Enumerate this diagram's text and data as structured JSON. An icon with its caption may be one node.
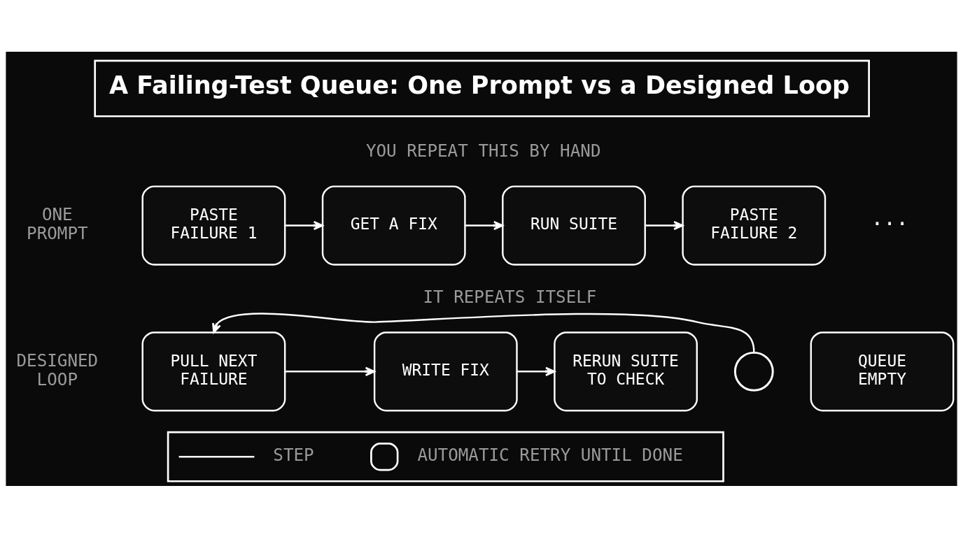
{
  "diagram": {
    "title": "A Failing-Test Queue: One Prompt vs a Designed Loop",
    "nodes": [
      {
        "text": [
          "PASTE FAILURE 1"
        ]
      },
      {
        "text": [
          "GET A FIX"
        ]
      },
      {
        "text": [
          "RUN SUITE"
        ]
      },
      {
        "text": [
          "PASTE FAILURE 2"
        ]
      },
      {
        "text": [
          "PULL NEXT FAILURE"
        ]
      },
      {
        "text": [
          "WRITE FIX"
        ]
      },
      {
        "text": [
          "RERUN SUITE TO CHECK"
        ]
      },
      {
        "text": [],
        "shape": "circle"
      },
      {
        "text": [
          "QUEUE EMPTY"
        ]
      }
    ],
    "edges": [
      {
        "from": 0,
        "to": 1,
        "arrow": "to"
      },
      {
        "from": 1,
        "to": 2,
        "arrow": "to"
      },
      {
        "from": 2,
        "to": 3,
        "arrow": "to"
      },
      {
        "from": 4,
        "to": 5,
        "arrow": "to"
      },
      {
        "from": 5,
        "to": 6,
        "arrow": "to"
      },
      {
        "from": 7,
        "to": 4,
        "arrow": "to"
      }
    ],
    "labels": [
      "YOU REPEAT THIS BY HAND",
      "ONE PROMPT",
      "···",
      "IT REPEATS ITSELF",
      "DESIGNED LOOP"
    ],
    "legend": [
      {
        "text": "STEP"
      },
      {
        "text": "AUTOMATIC RETRY UNTIL DONE"
      }
    ]
  }
}
